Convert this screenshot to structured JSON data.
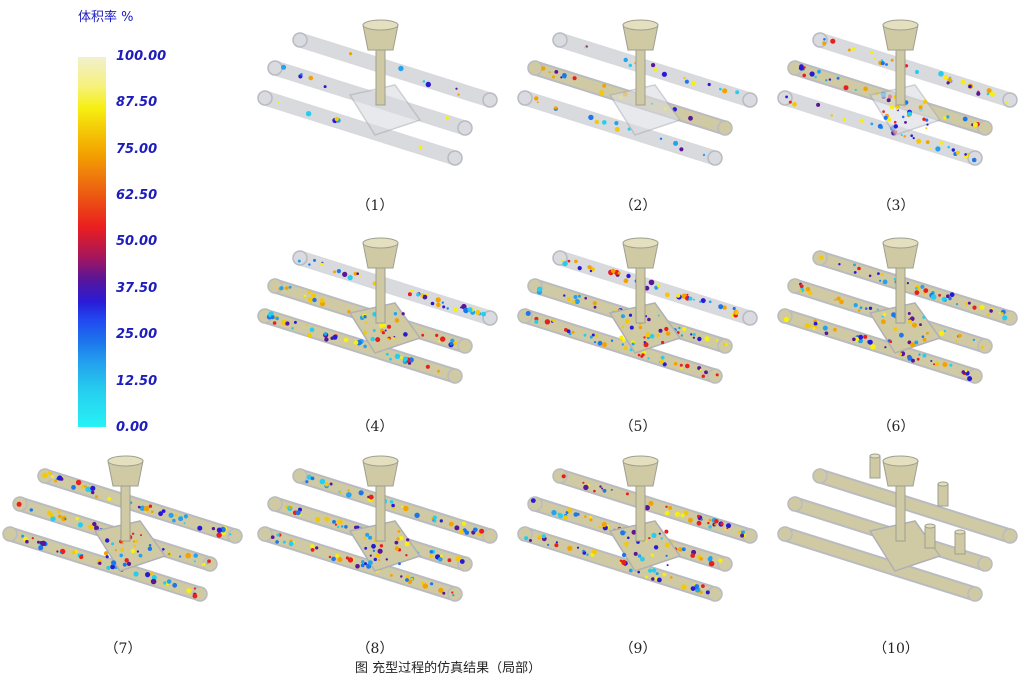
{
  "legend": {
    "title": "体积率 %",
    "ticks": [
      "100.00",
      "87.50",
      "75.00",
      "62.50",
      "50.00",
      "37.50",
      "25.00",
      "12.50",
      "0.00"
    ]
  },
  "panels": [
    {
      "label": "（1）",
      "fill": 0.1
    },
    {
      "label": "（2）",
      "fill": 0.25
    },
    {
      "label": "（3）",
      "fill": 0.45
    },
    {
      "label": "（4）",
      "fill": 0.6
    },
    {
      "label": "（5）",
      "fill": 0.7
    },
    {
      "label": "（6）",
      "fill": 0.78
    },
    {
      "label": "（7）",
      "fill": 0.85
    },
    {
      "label": "（8）",
      "fill": 0.92
    },
    {
      "label": "（9）",
      "fill": 0.97
    },
    {
      "label": "（10）",
      "fill": 1.0
    }
  ],
  "figure_caption": "图 充型过程的仿真结果（局部）",
  "colors": {
    "solid": "#cfcaa3",
    "ghost": "#d9dbe0",
    "accent": "#1d1dbd"
  }
}
